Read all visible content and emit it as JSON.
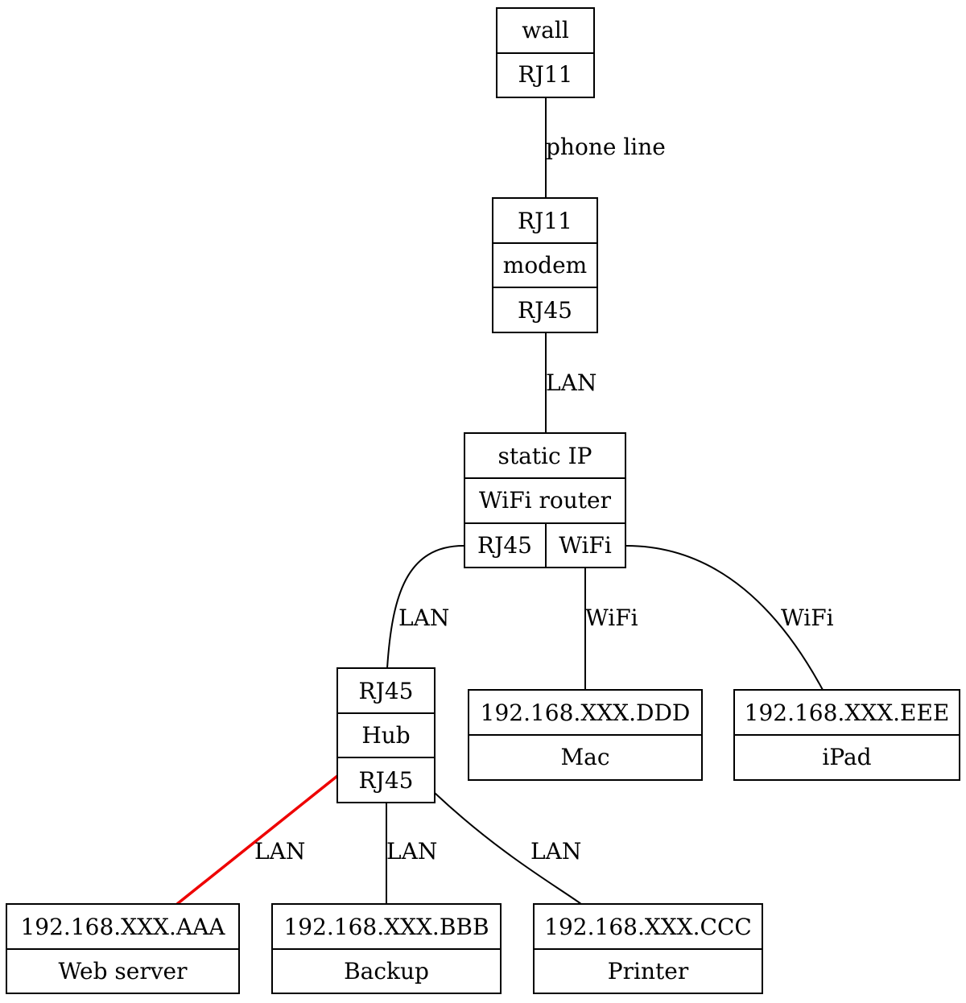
{
  "nodes": {
    "wall": {
      "top": "wall",
      "bottom": "RJ11"
    },
    "modem": {
      "top": "RJ11",
      "middle": "modem",
      "bottom": "RJ45"
    },
    "router": {
      "top": "static IP",
      "middle": "WiFi router",
      "port_left": "RJ45",
      "port_right": "WiFi"
    },
    "hub": {
      "top": "RJ45",
      "middle": "Hub",
      "bottom": "RJ45"
    },
    "mac": {
      "ip": "192.168.XXX.DDD",
      "name": "Mac"
    },
    "ipad": {
      "ip": "192.168.XXX.EEE",
      "name": "iPad"
    },
    "webserver": {
      "ip": "192.168.XXX.AAA",
      "name": "Web server"
    },
    "backup": {
      "ip": "192.168.XXX.BBB",
      "name": "Backup"
    },
    "printer": {
      "ip": "192.168.XXX.CCC",
      "name": "Printer"
    }
  },
  "edges": {
    "wall_modem": "phone line",
    "modem_router": "LAN",
    "router_hub": "LAN",
    "router_mac": "WiFi",
    "router_ipad": "WiFi",
    "hub_webserver": "LAN",
    "hub_backup": "LAN",
    "hub_printer": "LAN"
  },
  "colors": {
    "highlight_edge": "#ee0000",
    "stroke": "#000000",
    "background": "#ffffff"
  }
}
